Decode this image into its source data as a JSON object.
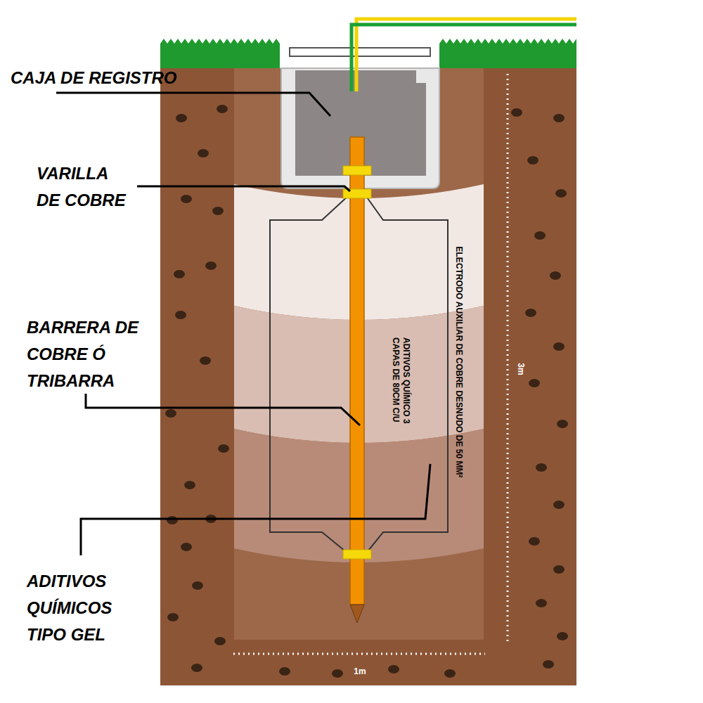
{
  "diagram": {
    "labels": [
      "CAJA DE REGISTRO",
      "VARILLA DE COBRE",
      "ELECTRODO AUXILIAR DE COBRE DESNUDO DE 50 MM²",
      "BARRERA DE COBRE Ó TRIBARRA",
      "ADITIVOS QUÍMICO 3 CAPAS DE 80CM C/U",
      "3m",
      "ADITIVOS QUÍMICOS TIPO GEL",
      "1m"
    ]
  }
}
